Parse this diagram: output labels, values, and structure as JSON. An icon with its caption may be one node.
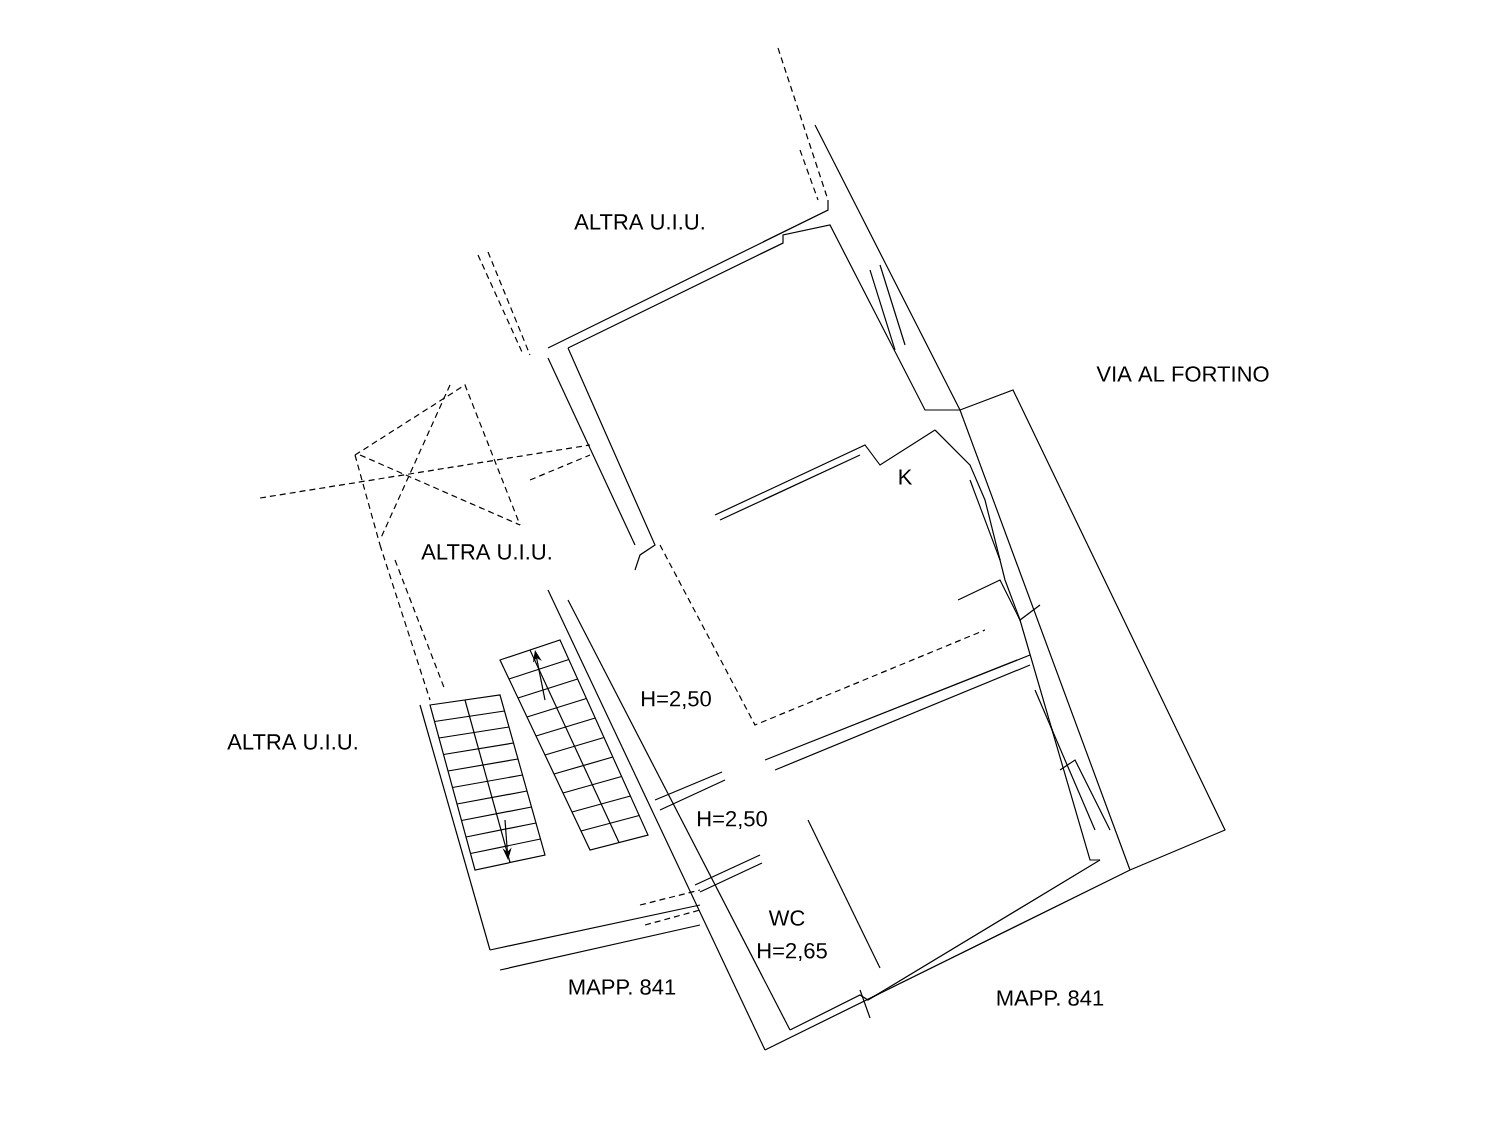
{
  "diagram": {
    "labels": [
      "ALTRA U.I.U.",
      "VIA AL FORTINO",
      "K",
      "ALTRA U.I.U.",
      "H=2,50",
      "ALTRA U.I.U.",
      "H=2,50",
      "WC",
      "H=2,65",
      "MAPP. 841",
      "MAPP. 841"
    ]
  }
}
